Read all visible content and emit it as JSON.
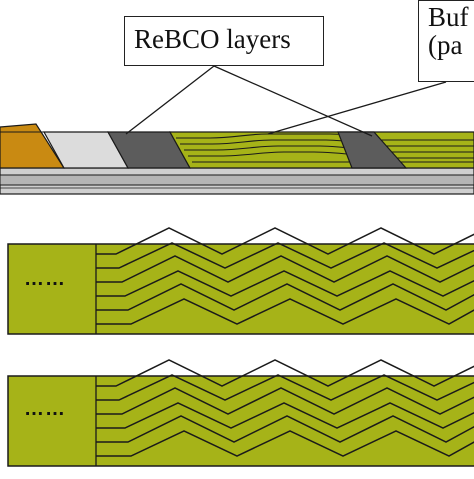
{
  "labels": {
    "rebco": "ReBCO layers",
    "buffer_line1": "Buf",
    "buffer_line2": "(pa"
  },
  "strips": [
    {
      "ellipsis": "……"
    },
    {
      "ellipsis": "……"
    }
  ],
  "colors": {
    "tape_green": "#a6b318",
    "copper": "#c98a12",
    "silver": "#dcdcdc",
    "rebco_dark": "#5a5a5a",
    "substrate": "#bdbdbd",
    "outline": "#1a1a1a"
  }
}
